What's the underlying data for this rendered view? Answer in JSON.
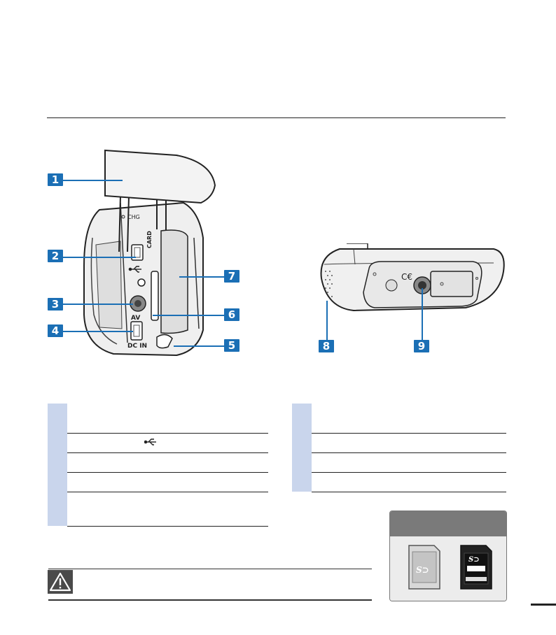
{
  "callouts": [
    "1",
    "2",
    "3",
    "4",
    "5",
    "6",
    "7",
    "8",
    "9"
  ],
  "device_labels": {
    "chg": "CHG",
    "card": "CARD",
    "av": "AV",
    "dc_in": "DC IN"
  },
  "icons": {
    "usb": "usb-icon",
    "caution": "warning-triangle-icon",
    "sd_card": "sd-card-icon",
    "sdhc_card": "sdhc-card-icon"
  },
  "colors": {
    "callout": "#1b6fb5",
    "table_number_cell": "#c9d5ec"
  }
}
